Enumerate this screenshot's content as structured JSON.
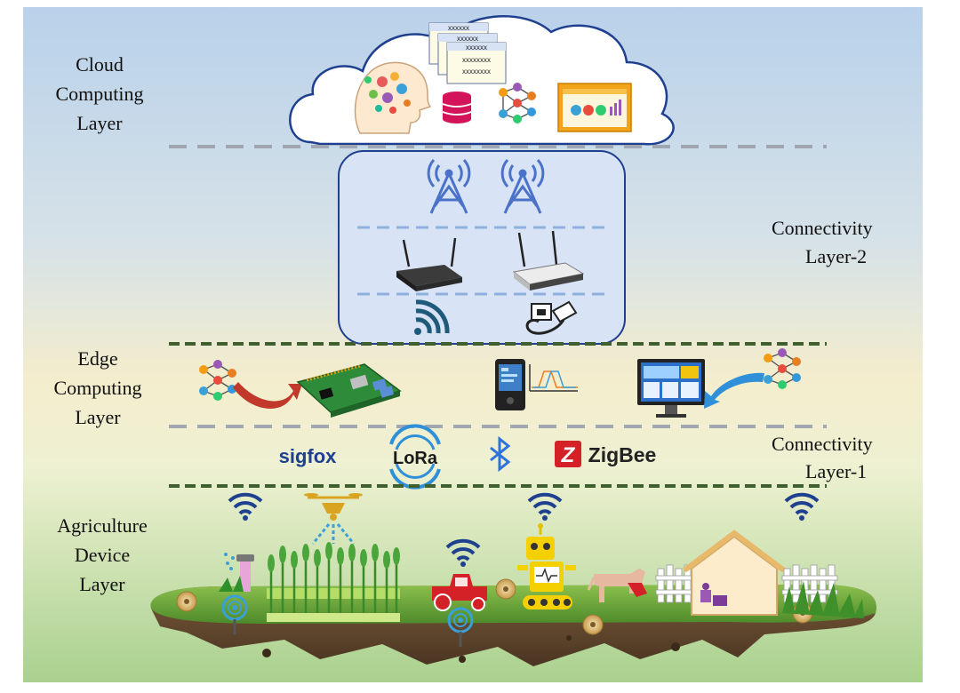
{
  "layers": {
    "cloud": {
      "line1": "Cloud",
      "line2": "Computing",
      "line3": "Layer"
    },
    "connectivity2": {
      "line1": "Connectivity",
      "line2": "Layer-2"
    },
    "edge": {
      "line1": "Edge",
      "line2": "Computing",
      "line3": "Layer"
    },
    "connectivity1": {
      "line1": "Connectivity",
      "line2": "Layer-1"
    },
    "device": {
      "line1": "Agriculture",
      "line2": "Device",
      "line3": "Layer"
    }
  },
  "cloud_docs": {
    "doc1": "xxxxxx",
    "doc2": "xxxxxx",
    "doc3_line1": "xxxxxx",
    "doc3_line2": "xxxxxxxx",
    "doc3_line3": "xxxxxxxx"
  },
  "protocols": {
    "sigfox": "sigfox",
    "lora": "LoRa",
    "zigbee": "ZigBee",
    "zigbee_mark": "Z"
  },
  "colors": {
    "sky_top": "#bcd3ea",
    "band_mid": "#f7efc9",
    "field_green": "#a8d08d",
    "dash_gray": "#a0a7b3",
    "dash_green": "#3f5f2f",
    "wifi_blue": "#1f3f8f",
    "tower_blue": "#4a72c9"
  }
}
